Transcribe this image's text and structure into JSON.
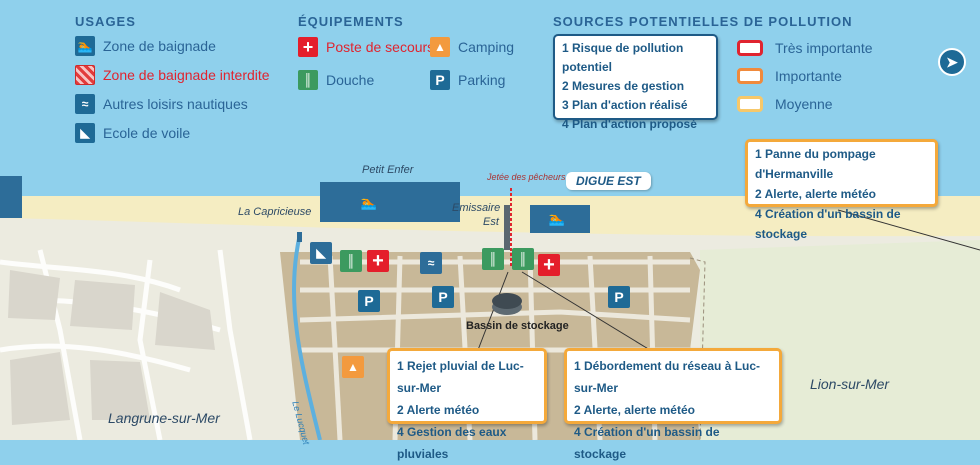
{
  "legend": {
    "usages": {
      "title": "USAGES",
      "items": [
        {
          "label": "Zone de baignade",
          "icon": "swimmer-icon"
        },
        {
          "label": "Zone de baignade interdite",
          "icon": "forbidden-zone-icon"
        },
        {
          "label": "Autres loisirs nautiques",
          "icon": "jet-ski-icon"
        },
        {
          "label": "Ecole de voile",
          "icon": "sailboat-icon"
        }
      ]
    },
    "equipements": {
      "title": "ÉQUIPEMENTS",
      "items": [
        {
          "label": "Poste de secours",
          "icon": "first-aid-icon"
        },
        {
          "label": "Camping",
          "icon": "tent-icon"
        },
        {
          "label": "Douche",
          "icon": "shower-icon"
        },
        {
          "label": "Parking",
          "icon": "parking-icon",
          "glyph": "P"
        }
      ]
    },
    "sources": {
      "title": "SOURCES POTENTIELLES DE POLLUTION",
      "steps": [
        "1 Risque de pollution potentiel",
        "2 Mesures de gestion",
        "3 Plan d'action réalisé",
        "4 Plan d'action proposé"
      ],
      "severity": [
        {
          "label": "Très importante",
          "color": "#e0242f"
        },
        {
          "label": "Importante",
          "color": "#f08a3c"
        },
        {
          "label": "Moyenne",
          "color": "#f7c86a"
        }
      ]
    }
  },
  "map": {
    "labels": {
      "petit_enfer": "Petit Enfer",
      "la_capricieuse": "La Capricieuse",
      "emissaire": "Emissaire",
      "est": "Est",
      "jetee": "Jetée des pêcheurs",
      "digue_est": "DIGUE EST",
      "bassin": "Bassin de stockage",
      "lucquet": "Le Lucquet"
    },
    "towns": {
      "langrune": "Langrune-sur-Mer",
      "lion": "Lion-sur-Mer"
    },
    "callouts": {
      "hermanville": [
        "1 Panne du pompage d'Hermanville",
        "2 Alerte, alerte météo",
        "4 Création d'un bassin de stockage"
      ],
      "rejet": [
        "1 Rejet pluvial de Luc-sur-Mer",
        "2 Alerte météo",
        "4 Gestion des eaux pluviales"
      ],
      "debordement": [
        "1 Débordement du réseau à Luc-sur-Mer",
        "2 Alerte, alerte météo",
        "4 Création d'un bassin de stockage"
      ]
    }
  },
  "colors": {
    "sea": "#8fd0ec",
    "sand": "#f5edc2",
    "land": "#ece8dc",
    "town": "#c8b898",
    "brand_blue": "#1e5a86",
    "alert_orange": "#f4a93b"
  }
}
